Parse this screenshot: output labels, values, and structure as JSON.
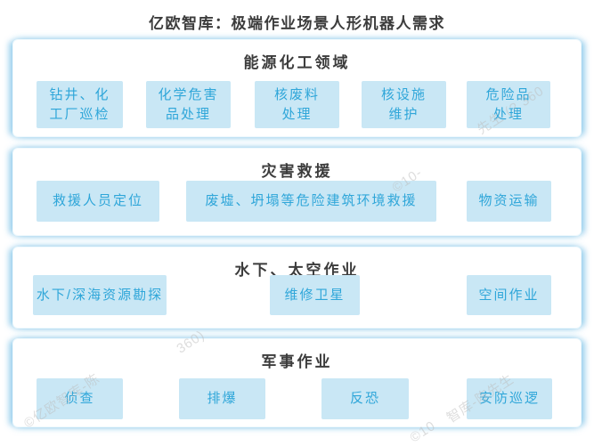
{
  "title": "亿欧智库：极端作业场景人形机器人需求",
  "colors": {
    "box_bg": "#c9e7f5",
    "box_text": "#2fa6d9",
    "card_glow": "#8ac8ea",
    "header_text": "#3c3c3c"
  },
  "sections": [
    {
      "header": "能源化工领域",
      "items": [
        {
          "label": "钻井、化\n工厂巡检"
        },
        {
          "label": "化学危害\n品处理"
        },
        {
          "label": "核废料\n处理"
        },
        {
          "label": "核设施\n维护"
        },
        {
          "label": "危险品\n处理"
        }
      ]
    },
    {
      "header": "灾害救援",
      "items": [
        {
          "label": "救援人员定位"
        },
        {
          "label": "废墟、坍塌等危险建筑环境救援"
        },
        {
          "label": "物资运输"
        }
      ]
    },
    {
      "header": "水下、太空作业",
      "items": [
        {
          "label": "水下/深海资源勘探"
        },
        {
          "label": "维修卫星"
        },
        {
          "label": "空间作业"
        }
      ]
    },
    {
      "header": "军事作业",
      "items": [
        {
          "label": "侦查"
        },
        {
          "label": "排爆"
        },
        {
          "label": "反恐"
        },
        {
          "label": "安防巡逻"
        }
      ]
    }
  ],
  "watermarks": [
    {
      "text": "©亿欧智库-陈"
    },
    {
      "text": "先生 (? 360"
    },
    {
      "text": "360)"
    },
    {
      "text": "©10-"
    },
    {
      "text": "智库-陈先生"
    },
    {
      "text": "©10"
    }
  ]
}
